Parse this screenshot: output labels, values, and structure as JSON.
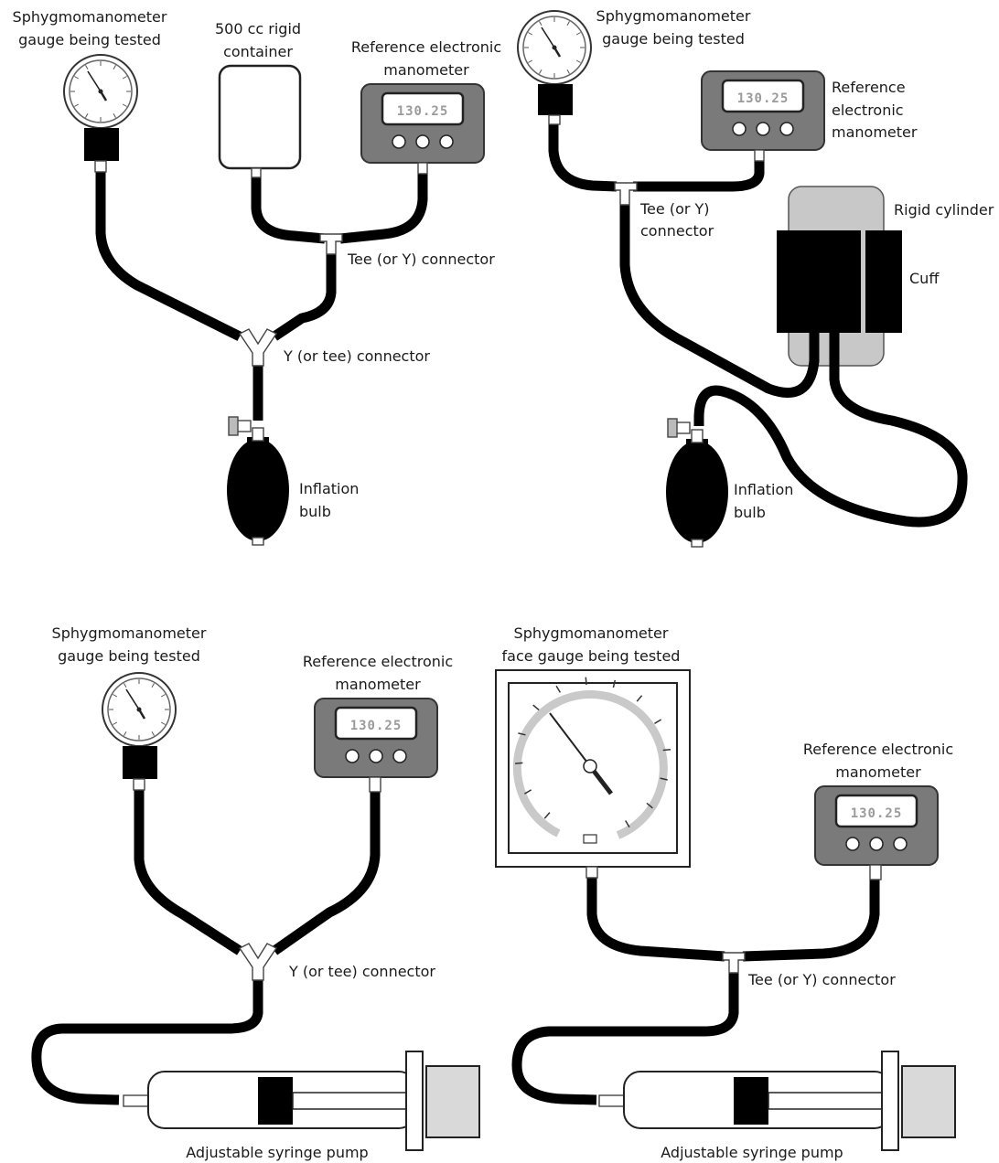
{
  "colors": {
    "hose": "#000000",
    "device_body": "#7a7a7a",
    "lcd_text": "#9a9a9a",
    "cylinder": "#c8c8c8",
    "gauge_dial": "#c9c9c9"
  },
  "panels": {
    "top_left": {
      "gauge_label_1": "Sphygmomanometer",
      "gauge_label_2": "gauge being tested",
      "container_label_1": "500 cc rigid",
      "container_label_2": "container",
      "reference_label_1": "Reference electronic",
      "reference_label_2": "manometer",
      "display_value": "130.25",
      "tee_label": "Tee (or Y) connector",
      "y_label": "Y (or tee) connector",
      "bulb_label_1": "Inflation",
      "bulb_label_2": "bulb"
    },
    "top_right": {
      "gauge_label_1": "Sphygmomanometer",
      "gauge_label_2": "gauge being tested",
      "reference_label_1": "Reference",
      "reference_label_2": "electronic",
      "reference_label_3": "manometer",
      "display_value": "130.25",
      "tee_label_1": "Tee (or Y)",
      "tee_label_2": "connector",
      "cylinder_label": "Rigid cylinder",
      "cuff_label": "Cuff",
      "bulb_label_1": "Inflation",
      "bulb_label_2": "bulb"
    },
    "bottom_left": {
      "gauge_label_1": "Sphygmomanometer",
      "gauge_label_2": "gauge being tested",
      "reference_label_1": "Reference electronic",
      "reference_label_2": "manometer",
      "display_value": "130.25",
      "y_label": "Y (or tee) connector",
      "pump_label": "Adjustable syringe pump"
    },
    "bottom_right": {
      "gauge_label_1": "Sphygmomanometer",
      "gauge_label_2": "face gauge being tested",
      "reference_label_1": "Reference electronic",
      "reference_label_2": "manometer",
      "display_value": "130.25",
      "tee_label": "Tee (or Y) connector",
      "pump_label": "Adjustable syringe pump"
    }
  }
}
